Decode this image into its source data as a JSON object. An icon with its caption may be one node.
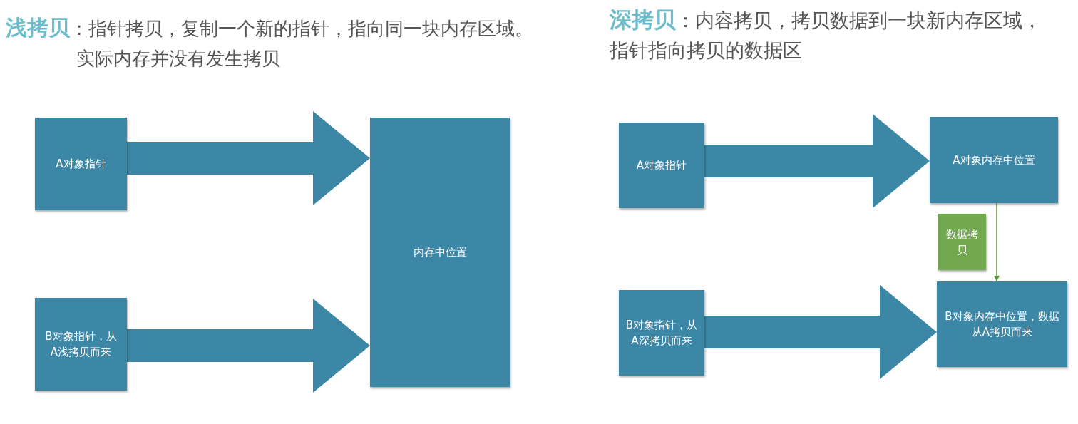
{
  "diagram": {
    "nodes": [
      {
        "text": [
          "A对象指针"
        ]
      },
      {
        "text": [
          "B对象指针，从A浅拷贝而来"
        ]
      },
      {
        "text": [
          "内存中位置"
        ]
      },
      {
        "text": [
          "A对象指针"
        ]
      },
      {
        "text": [
          "A对象内存中位置"
        ]
      },
      {
        "text": [
          "数据拷贝"
        ]
      },
      {
        "text": [
          "B对象指针，从A深拷贝而来"
        ]
      },
      {
        "text": [
          "B对象内存中位置，数据从A拷贝而来"
        ]
      }
    ],
    "edges": [
      {
        "from": 0,
        "to": 2,
        "arrow": "to",
        "style": "thick"
      },
      {
        "from": 1,
        "to": 2,
        "arrow": "to",
        "style": "thick"
      },
      {
        "from": 3,
        "to": 4,
        "arrow": "to",
        "style": "thick"
      },
      {
        "from": 6,
        "to": 7,
        "arrow": "to",
        "style": "thick"
      },
      {
        "from": 4,
        "to": 7,
        "arrow": "to",
        "color": "#5b9a3c"
      }
    ],
    "labels": [
      "**浅拷贝**：指针拷贝，复制一个新的指针，指向同一块内存区域。实际内存并没有发生拷贝",
      "**深拷贝**：内容拷贝，拷贝数据到一块新内存区域，指针指向拷贝的数据区"
    ]
  }
}
